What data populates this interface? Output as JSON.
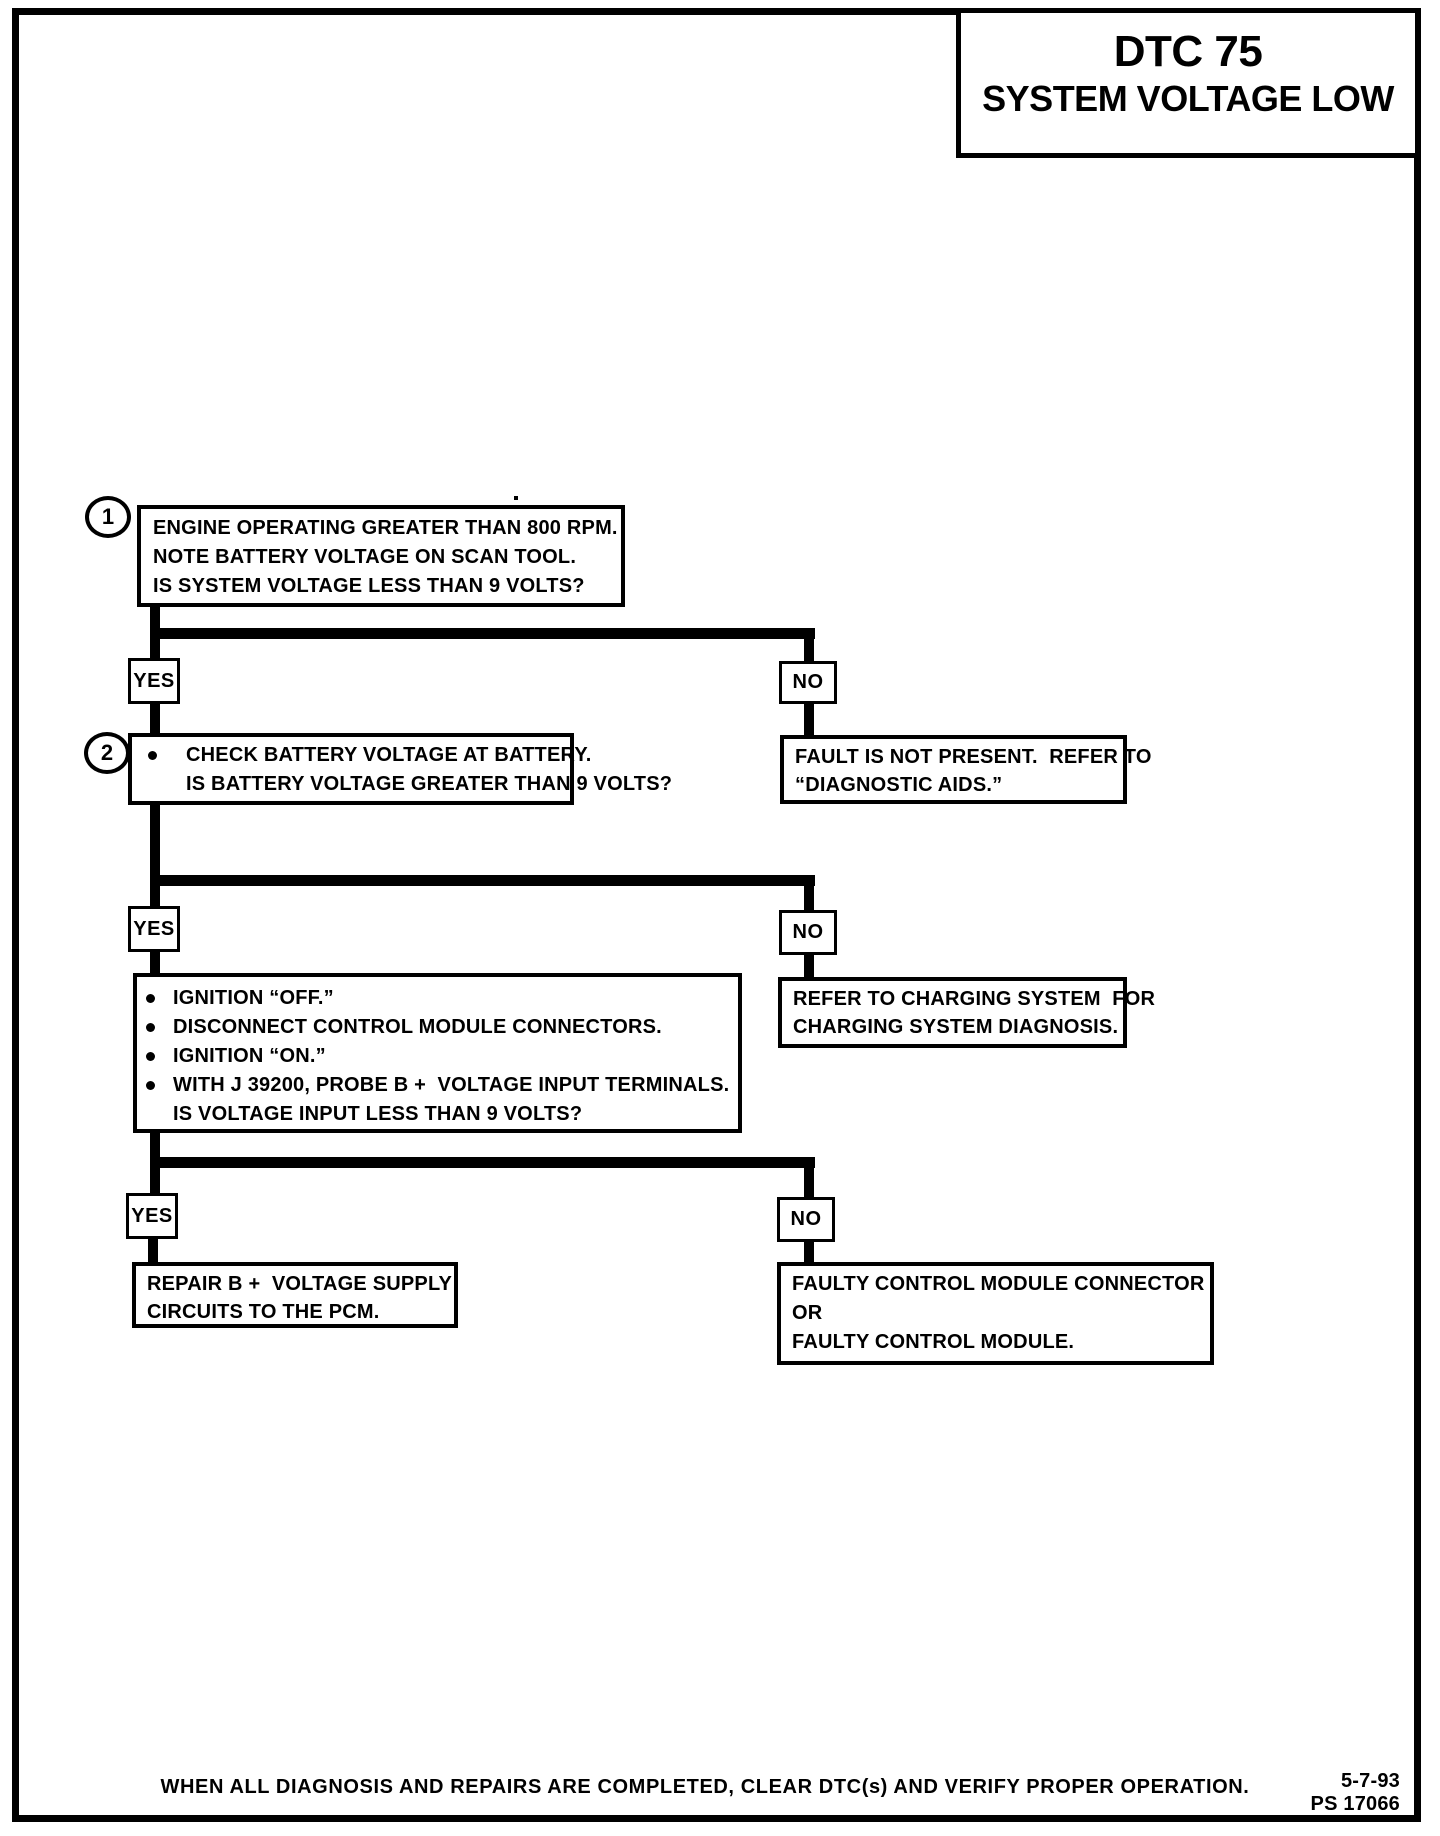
{
  "page": {
    "title": "DTC 75",
    "subtitle": "SYSTEM VOLTAGE LOW"
  },
  "labels": {
    "yes": "YES",
    "no": "NO"
  },
  "steps": {
    "step1": {
      "number": "1",
      "lines": [
        "ENGINE OPERATING GREATER THAN 800 RPM.",
        "NOTE BATTERY VOLTAGE ON SCAN TOOL.",
        "IS SYSTEM VOLTAGE LESS THAN 9 VOLTS?"
      ]
    },
    "step2": {
      "number": "2",
      "bullets": [
        "CHECK BATTERY VOLTAGE AT BATTERY."
      ],
      "question": "IS BATTERY VOLTAGE GREATER THAN 9 VOLTS?"
    },
    "step3": {
      "bullets": [
        "IGNITION “OFF.”",
        "DISCONNECT CONTROL MODULE CONNECTORS.",
        "IGNITION “ON.”",
        "WITH J 39200, PROBE B +  VOLTAGE INPUT TERMINALS."
      ],
      "question": "IS VOLTAGE INPUT LESS THAN 9 VOLTS?"
    }
  },
  "results": {
    "fault_not_present": [
      "FAULT IS NOT PRESENT.  REFER TO",
      "“DIAGNOSTIC AIDS.”"
    ],
    "refer_charging": [
      "REFER TO CHARGING SYSTEM  FOR",
      "CHARGING SYSTEM DIAGNOSIS."
    ],
    "repair_b_plus": [
      "REPAIR B +  VOLTAGE SUPPLY",
      "CIRCUITS TO THE PCM."
    ],
    "faulty_module": [
      "FAULTY CONTROL MODULE CONNECTOR",
      "OR",
      "FAULTY CONTROL MODULE."
    ]
  },
  "footer": {
    "note": "WHEN ALL DIAGNOSIS AND REPAIRS ARE COMPLETED, CLEAR DTC(s) AND VERIFY PROPER OPERATION.",
    "date": "5-7-93",
    "doc_id": "PS 17066"
  },
  "colors": {
    "ink": "#000000",
    "paper": "#ffffff"
  }
}
